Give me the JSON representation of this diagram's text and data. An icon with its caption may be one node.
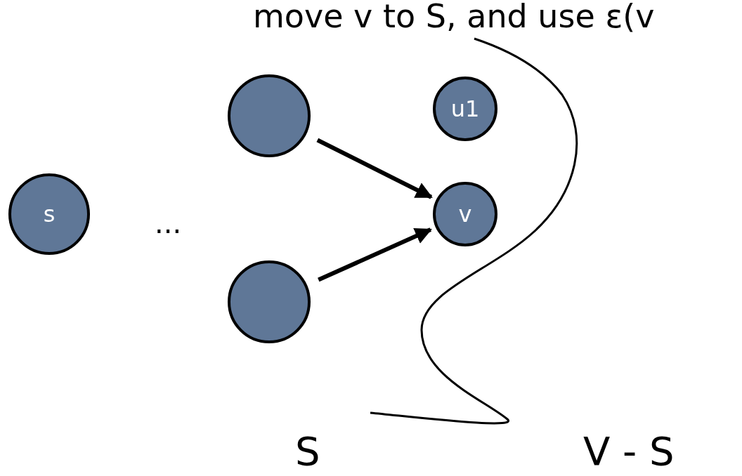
{
  "diagram": {
    "title": "move v to S, and use ε(v",
    "nodes": [
      {
        "text": [
          "s"
        ]
      },
      {
        "text": [],
        "shape": "circle"
      },
      {
        "text": [
          "u1"
        ]
      },
      {
        "text": [
          "v"
        ]
      },
      {
        "text": [],
        "shape": "circle"
      }
    ],
    "edges": [
      {
        "from": 1,
        "to": 3,
        "arrow": "to"
      },
      {
        "from": 4,
        "to": 3,
        "arrow": "to"
      }
    ],
    "labels": [
      "...",
      "S",
      "V - S"
    ]
  }
}
